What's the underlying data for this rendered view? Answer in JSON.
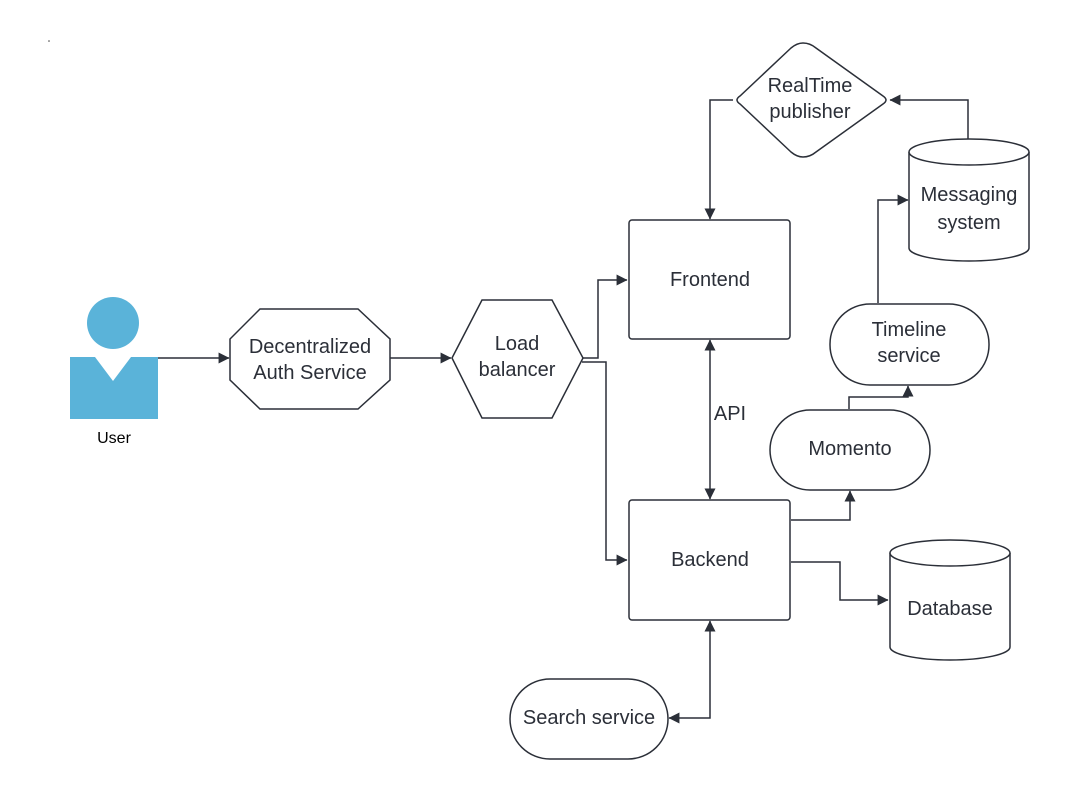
{
  "colors": {
    "user_icon": "#5ab3d9",
    "stroke": "#2b2f38",
    "background": "#ffffff"
  },
  "nodes": {
    "user": {
      "label": "User",
      "icon": "person-icon"
    },
    "auth": {
      "line1": "Decentralized",
      "line2": "Auth Service",
      "shape": "octagon"
    },
    "load_balancer": {
      "line1": "Load",
      "line2": "balancer",
      "shape": "hexagon"
    },
    "frontend": {
      "label": "Frontend",
      "shape": "rectangle"
    },
    "backend": {
      "label": "Backend",
      "shape": "rectangle"
    },
    "realtime": {
      "line1": "RealTime",
      "line2": "publisher",
      "shape": "diamond"
    },
    "messaging": {
      "line1": "Messaging",
      "line2": "system",
      "shape": "cylinder"
    },
    "timeline": {
      "line1": "Timeline",
      "line2": "service",
      "shape": "rounded-rectangle"
    },
    "momento": {
      "label": "Momento",
      "shape": "rounded-rectangle"
    },
    "database": {
      "label": "Database",
      "shape": "cylinder"
    },
    "search": {
      "label": "Search service",
      "shape": "rounded-rectangle"
    }
  },
  "edges": [
    {
      "from": "user",
      "to": "auth"
    },
    {
      "from": "auth",
      "to": "load_balancer"
    },
    {
      "from": "load_balancer",
      "to": "frontend"
    },
    {
      "from": "load_balancer",
      "to": "backend"
    },
    {
      "from": "frontend",
      "to": "backend",
      "bidirectional": true,
      "label": "API"
    },
    {
      "from": "realtime",
      "to": "frontend"
    },
    {
      "from": "messaging",
      "to": "realtime"
    },
    {
      "from": "timeline",
      "to": "messaging"
    },
    {
      "from": "momento",
      "to": "timeline"
    },
    {
      "from": "backend",
      "to": "momento"
    },
    {
      "from": "backend",
      "to": "database"
    },
    {
      "from": "search",
      "to": "backend",
      "bidirectional": true
    }
  ]
}
